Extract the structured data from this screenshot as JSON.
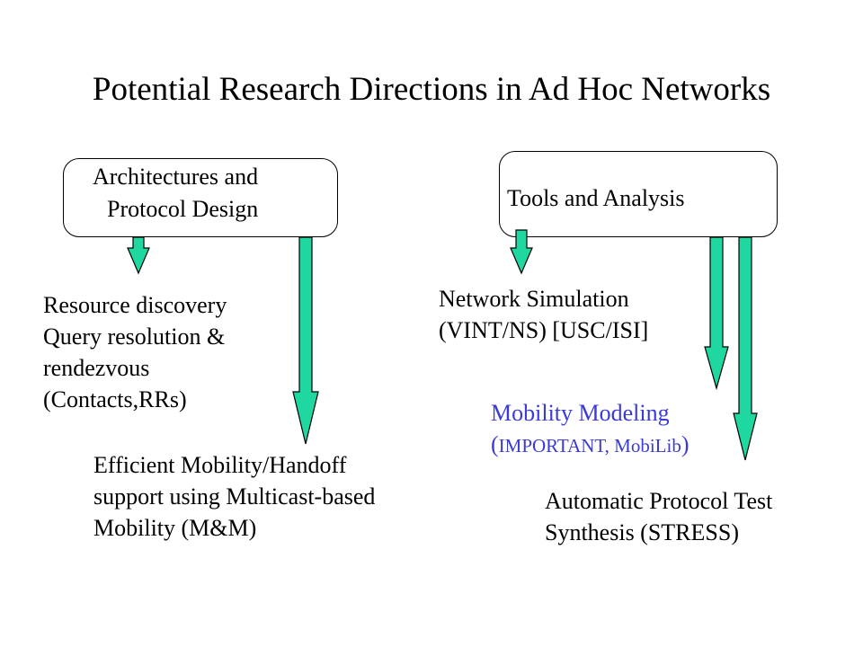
{
  "title": "Potential Research Directions in Ad Hoc Networks",
  "colors": {
    "arrow_fill": "#1fd7a0",
    "blue_text": "#3a3ad8"
  },
  "left_box": {
    "line1": "Architectures  and",
    "line2": "Protocol Design"
  },
  "right_box": {
    "label": "Tools and Analysis"
  },
  "resource": {
    "line1": "Resource discovery",
    "line2": "Query resolution &",
    "line3": "rendezvous",
    "line4": "(Contacts,RRs)"
  },
  "efficient": {
    "line1": "Efficient Mobility/Handoff",
    "line2": "support using Multicast-based",
    "line3": "Mobility (M&M)"
  },
  "network_sim": {
    "line1": "Network Simulation",
    "line2": "(VINT/NS) [USC/ISI]"
  },
  "mobility_modeling": {
    "line1": "Mobility Modeling",
    "open_paren": "(",
    "detail": "IMPORTANT, MobiLib",
    "close_paren": ")"
  },
  "automatic": {
    "line1": "Automatic Protocol Test",
    "line2": "Synthesis (STRESS)"
  }
}
